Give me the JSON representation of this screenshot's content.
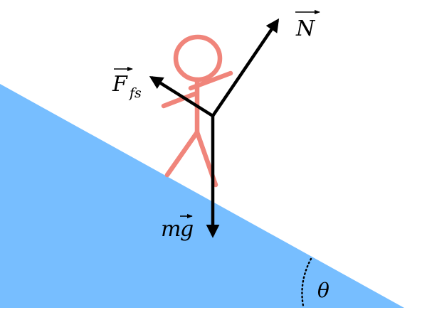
{
  "labels": {
    "normal_force": "N",
    "friction_force": "F",
    "friction_subscript": "fs",
    "gravity_mass": "m",
    "gravity_g": "g",
    "angle": "θ"
  },
  "colors": {
    "incline": "#77BEFF",
    "figure": "#F0857B",
    "vectors": "#000000",
    "background": "#FFFFFF"
  }
}
